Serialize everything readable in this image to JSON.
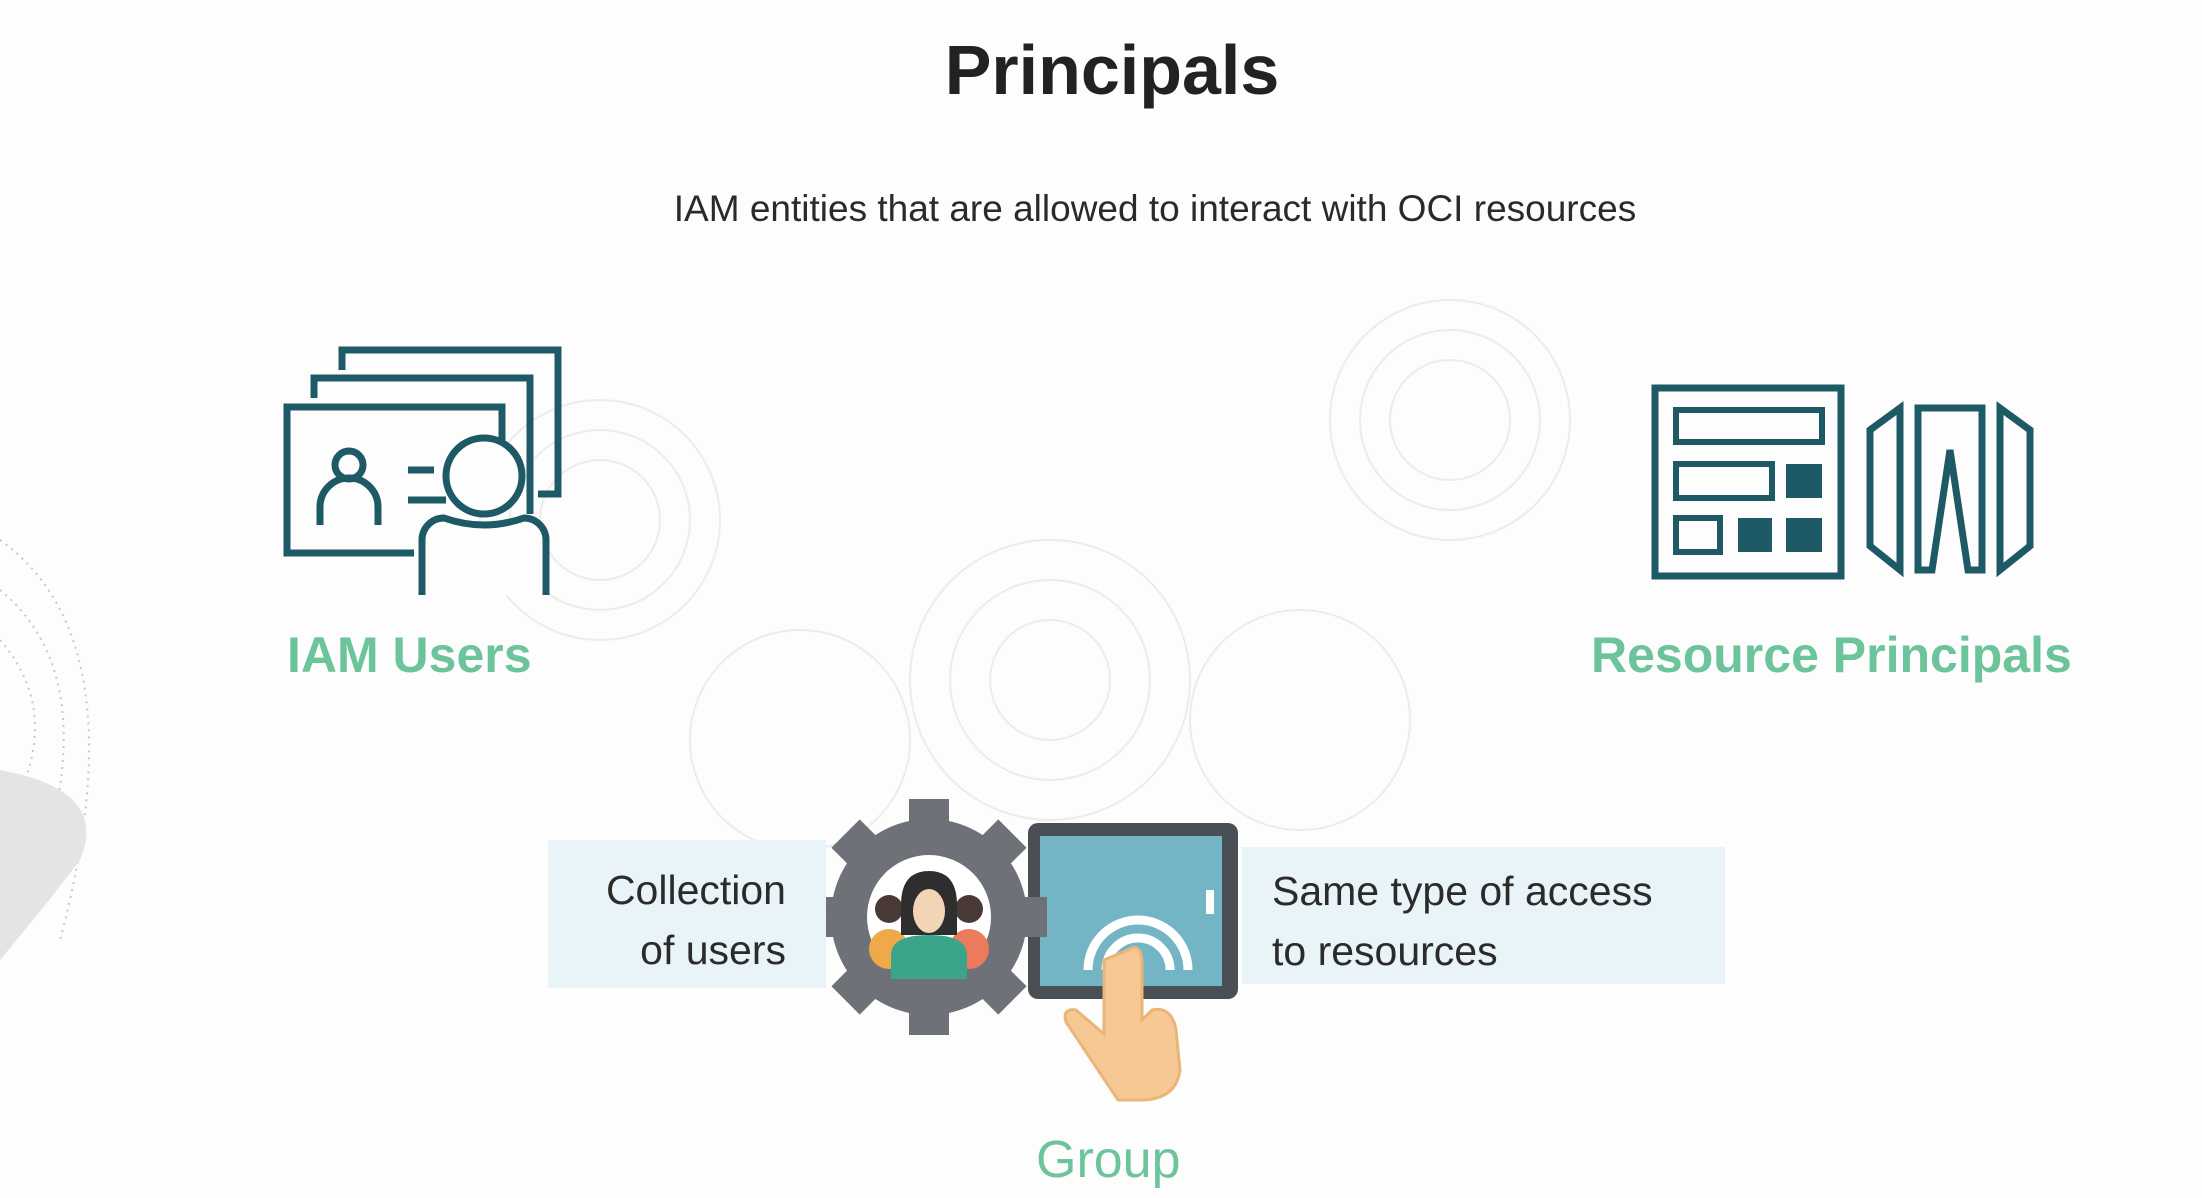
{
  "slide": {
    "title": "Principals",
    "subtitle": "IAM entities that are allowed to interact with OCI resources",
    "items": {
      "iam_users": "IAM Users",
      "resource_principals": "Resource Principals",
      "group": "Group"
    },
    "group_notes": {
      "left_line1": "Collection",
      "left_line2": "of users",
      "right_line1": "Same type of access",
      "right_line2": "to resources"
    }
  },
  "colors": {
    "teal": "#1d5a66",
    "green": "#6cc49a",
    "box": "#e9f4f9"
  }
}
